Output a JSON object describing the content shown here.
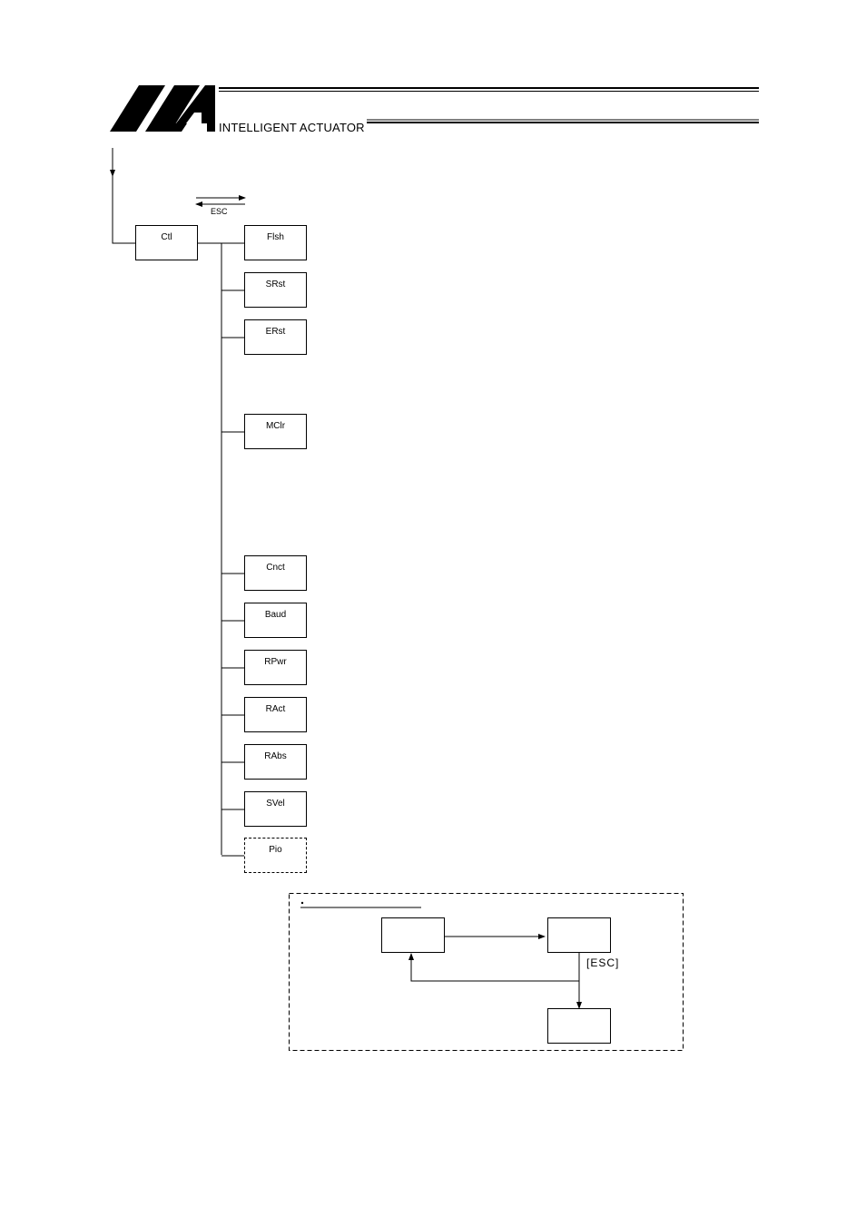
{
  "header": {
    "brand_text": "INTELLIGENT ACTUATOR",
    "logo": "iai-logo"
  },
  "diagram": {
    "nav_label": "ESC",
    "root": {
      "label": "Ctl"
    },
    "children": [
      {
        "label": "Flsh",
        "style": "solid"
      },
      {
        "label": "SRst",
        "style": "solid"
      },
      {
        "label": "ERst",
        "style": "solid"
      },
      {
        "label": "MClr",
        "style": "solid"
      },
      {
        "label": "Cnct",
        "style": "solid"
      },
      {
        "label": "Baud",
        "style": "solid"
      },
      {
        "label": "RPwr",
        "style": "solid"
      },
      {
        "label": "RAct",
        "style": "solid"
      },
      {
        "label": "RAbs",
        "style": "solid"
      },
      {
        "label": "SVel",
        "style": "solid"
      },
      {
        "label": "Pio",
        "style": "dashed"
      }
    ]
  },
  "legend": {
    "bullet": "•",
    "esc_label": "[ESC]",
    "boxes": [
      "",
      "",
      ""
    ]
  }
}
